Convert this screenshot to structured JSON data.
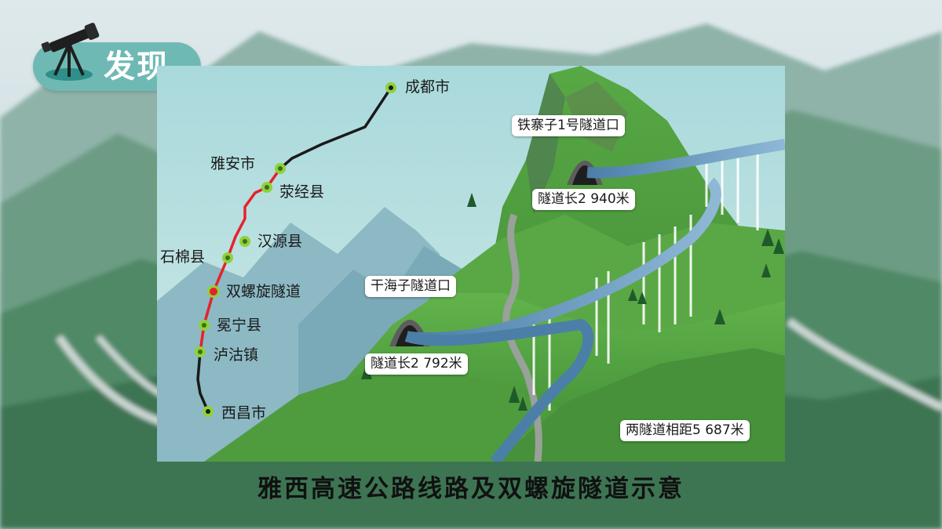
{
  "badge": {
    "label": "发现",
    "icon": "telescope-icon"
  },
  "route": {
    "cities": [
      {
        "name": "成都市"
      },
      {
        "name": "雅安市"
      },
      {
        "name": "荥经县"
      },
      {
        "name": "汉源县"
      },
      {
        "name": "石棉县"
      },
      {
        "name": "双螺旋隧道"
      },
      {
        "name": "冕宁县"
      },
      {
        "name": "泸沽镇"
      },
      {
        "name": "西昌市"
      }
    ],
    "colors": {
      "road": "#1a1a1a",
      "highlight": "#e5222b",
      "node": "#8fd13a",
      "tunnel_node": "#e5222b"
    }
  },
  "tunnels": {
    "upper_portal": "铁寨子1号隧道口",
    "upper_length": "隧道长2 940米",
    "lower_portal": "干海子隧道口",
    "lower_length": "隧道长2 792米",
    "distance": "两隧道相距5 687米"
  },
  "caption": "雅西高速公路线路及双螺旋隧道示意"
}
